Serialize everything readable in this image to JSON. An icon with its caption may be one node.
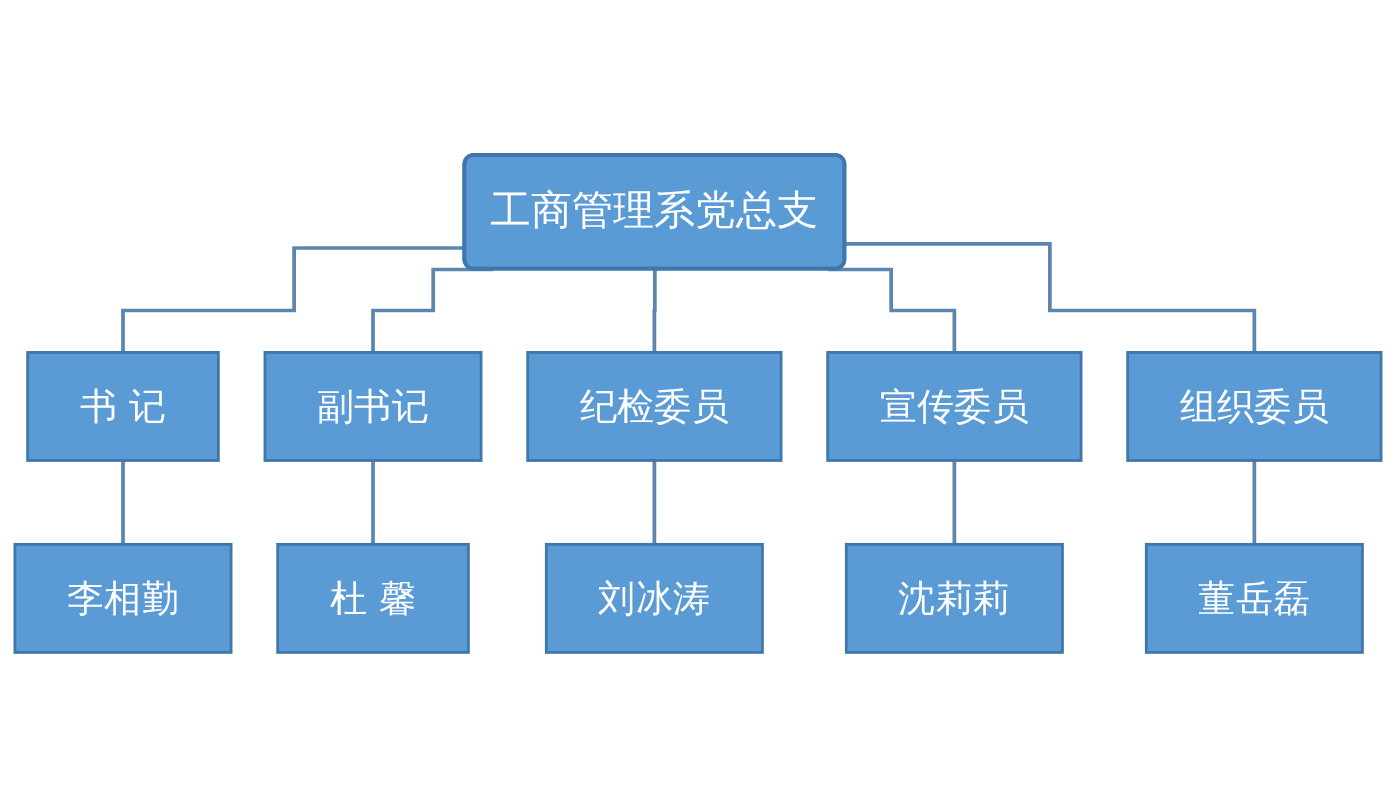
{
  "diagram": {
    "nodes": [
      {
        "text": [
          "工商管理系党总支"
        ]
      },
      {
        "text": [
          "书 记"
        ]
      },
      {
        "text": [
          "副书记"
        ]
      },
      {
        "text": [
          "纪检委员"
        ]
      },
      {
        "text": [
          "宣传委员"
        ]
      },
      {
        "text": [
          "组织委员"
        ]
      },
      {
        "text": [
          "李相勤"
        ]
      },
      {
        "text": [
          "杜 馨"
        ]
      },
      {
        "text": [
          "刘冰涛"
        ]
      },
      {
        "text": [
          "沈莉莉"
        ]
      },
      {
        "text": [
          "董岳磊"
        ]
      }
    ],
    "edges": [
      {
        "from": 0,
        "to": 1,
        "arrow": "none"
      },
      {
        "from": 0,
        "to": 2,
        "arrow": "none"
      },
      {
        "from": 0,
        "to": 3,
        "arrow": "none"
      },
      {
        "from": 0,
        "to": 4,
        "arrow": "none"
      },
      {
        "from": 0,
        "to": 5,
        "arrow": "none"
      },
      {
        "from": 1,
        "to": 6,
        "arrow": "none"
      },
      {
        "from": 2,
        "to": 7,
        "arrow": "none"
      },
      {
        "from": 3,
        "to": 8,
        "arrow": "none"
      },
      {
        "from": 4,
        "to": 9,
        "arrow": "none"
      },
      {
        "from": 5,
        "to": 10,
        "arrow": "none"
      }
    ]
  }
}
